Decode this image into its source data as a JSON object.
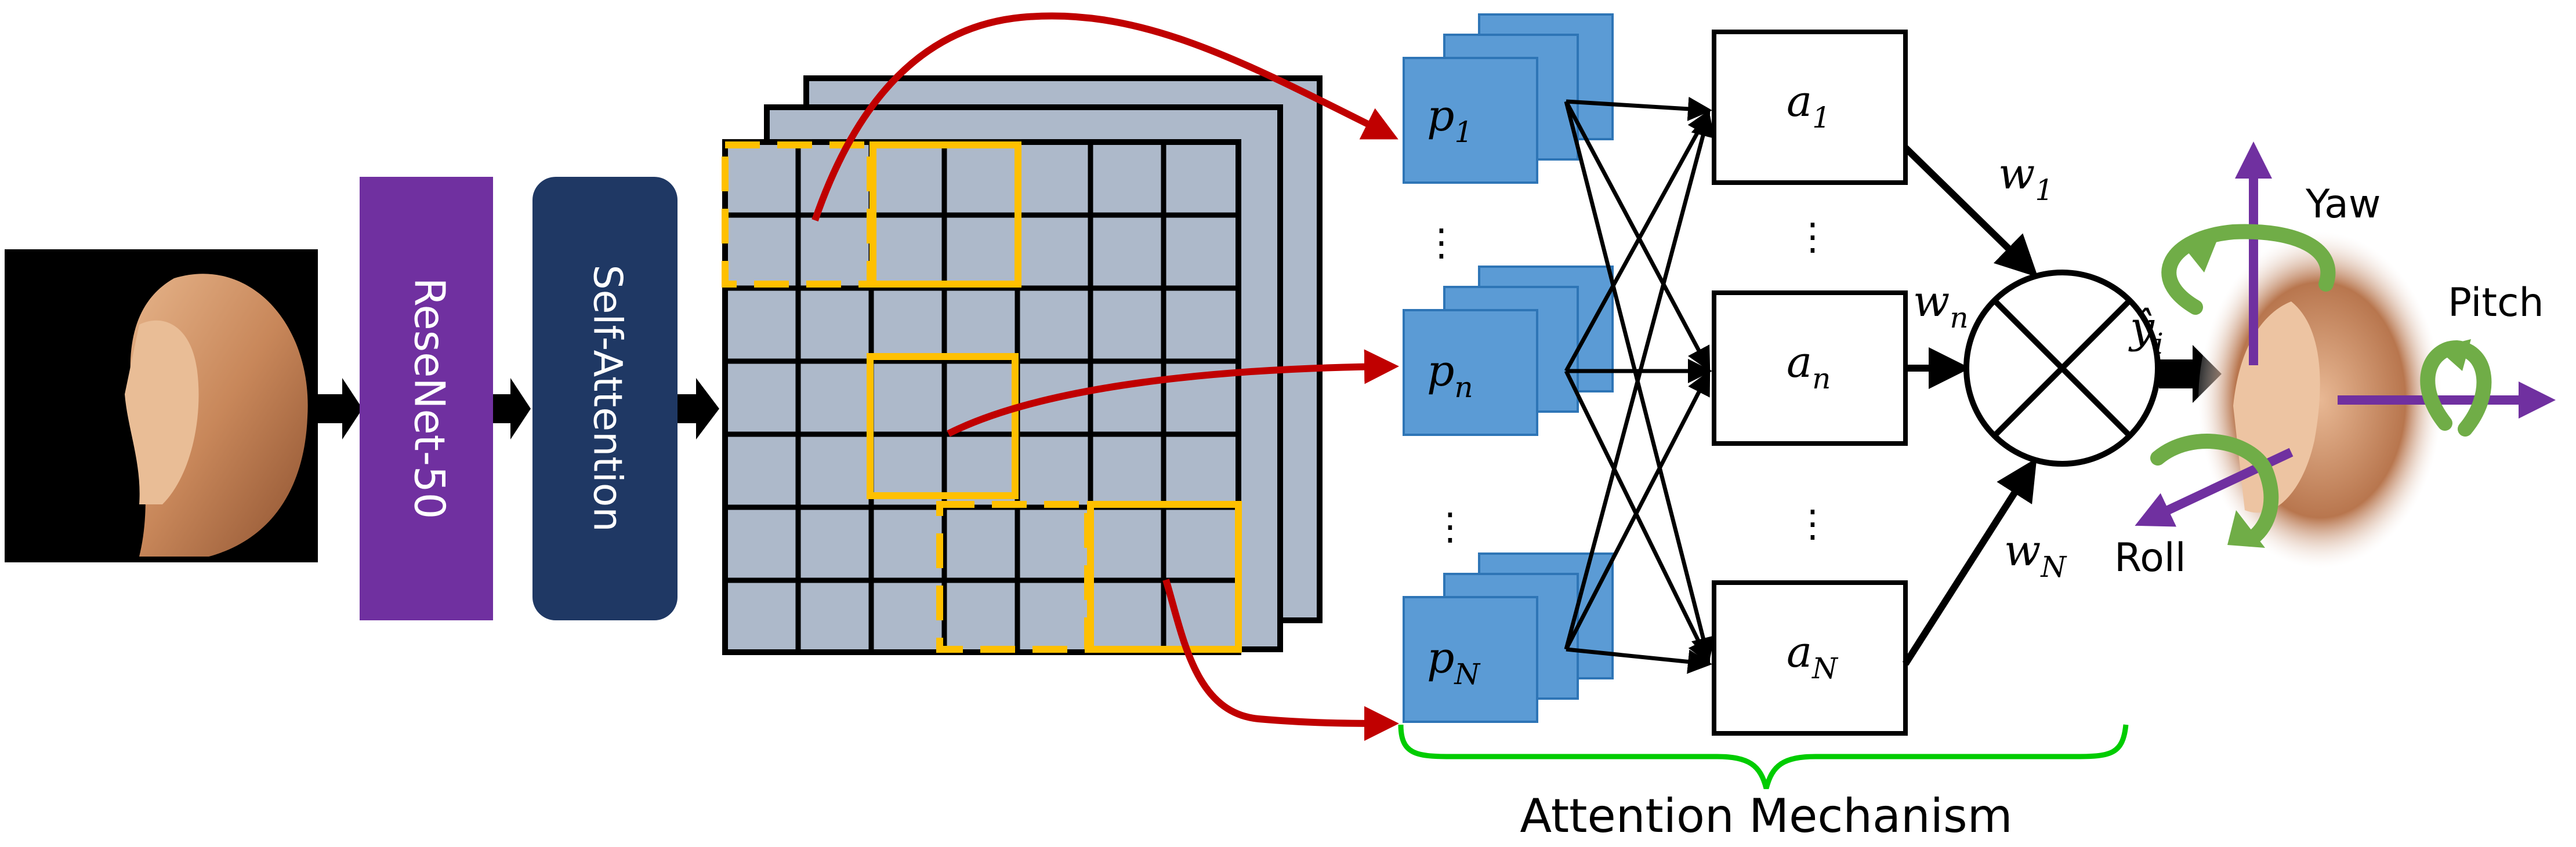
{
  "blocks": {
    "backbone": "ReseNet-50",
    "attention": "Self-Attention"
  },
  "patches": [
    {
      "base": "p",
      "sub": "1"
    },
    {
      "base": "p",
      "sub": "n"
    },
    {
      "base": "p",
      "sub": "N"
    }
  ],
  "attn_units": [
    {
      "base": "a",
      "sub": "1"
    },
    {
      "base": "a",
      "sub": "n"
    },
    {
      "base": "a",
      "sub": "N"
    }
  ],
  "weights": [
    {
      "base": "w",
      "sub": "1"
    },
    {
      "base": "w",
      "sub": "n"
    },
    {
      "base": "w",
      "sub": "N"
    }
  ],
  "output": {
    "base": "ŷ",
    "sub": "i"
  },
  "ellipsis": "⋮",
  "pose_axes": {
    "yaw": "Yaw",
    "pitch": "Pitch",
    "roll": "Roll"
  },
  "brace_label": "Attention Mechanism",
  "colors": {
    "backbone": "#7030a0",
    "attention": "#1f3864",
    "grid_fill": "#adb9ca",
    "patch_fill": "#5b9bd5",
    "highlight": "#ffc000",
    "flow_arrow": "#c00000",
    "axis": "#7030a0",
    "rotation": "#70ad47",
    "brace": "#00cc00"
  }
}
